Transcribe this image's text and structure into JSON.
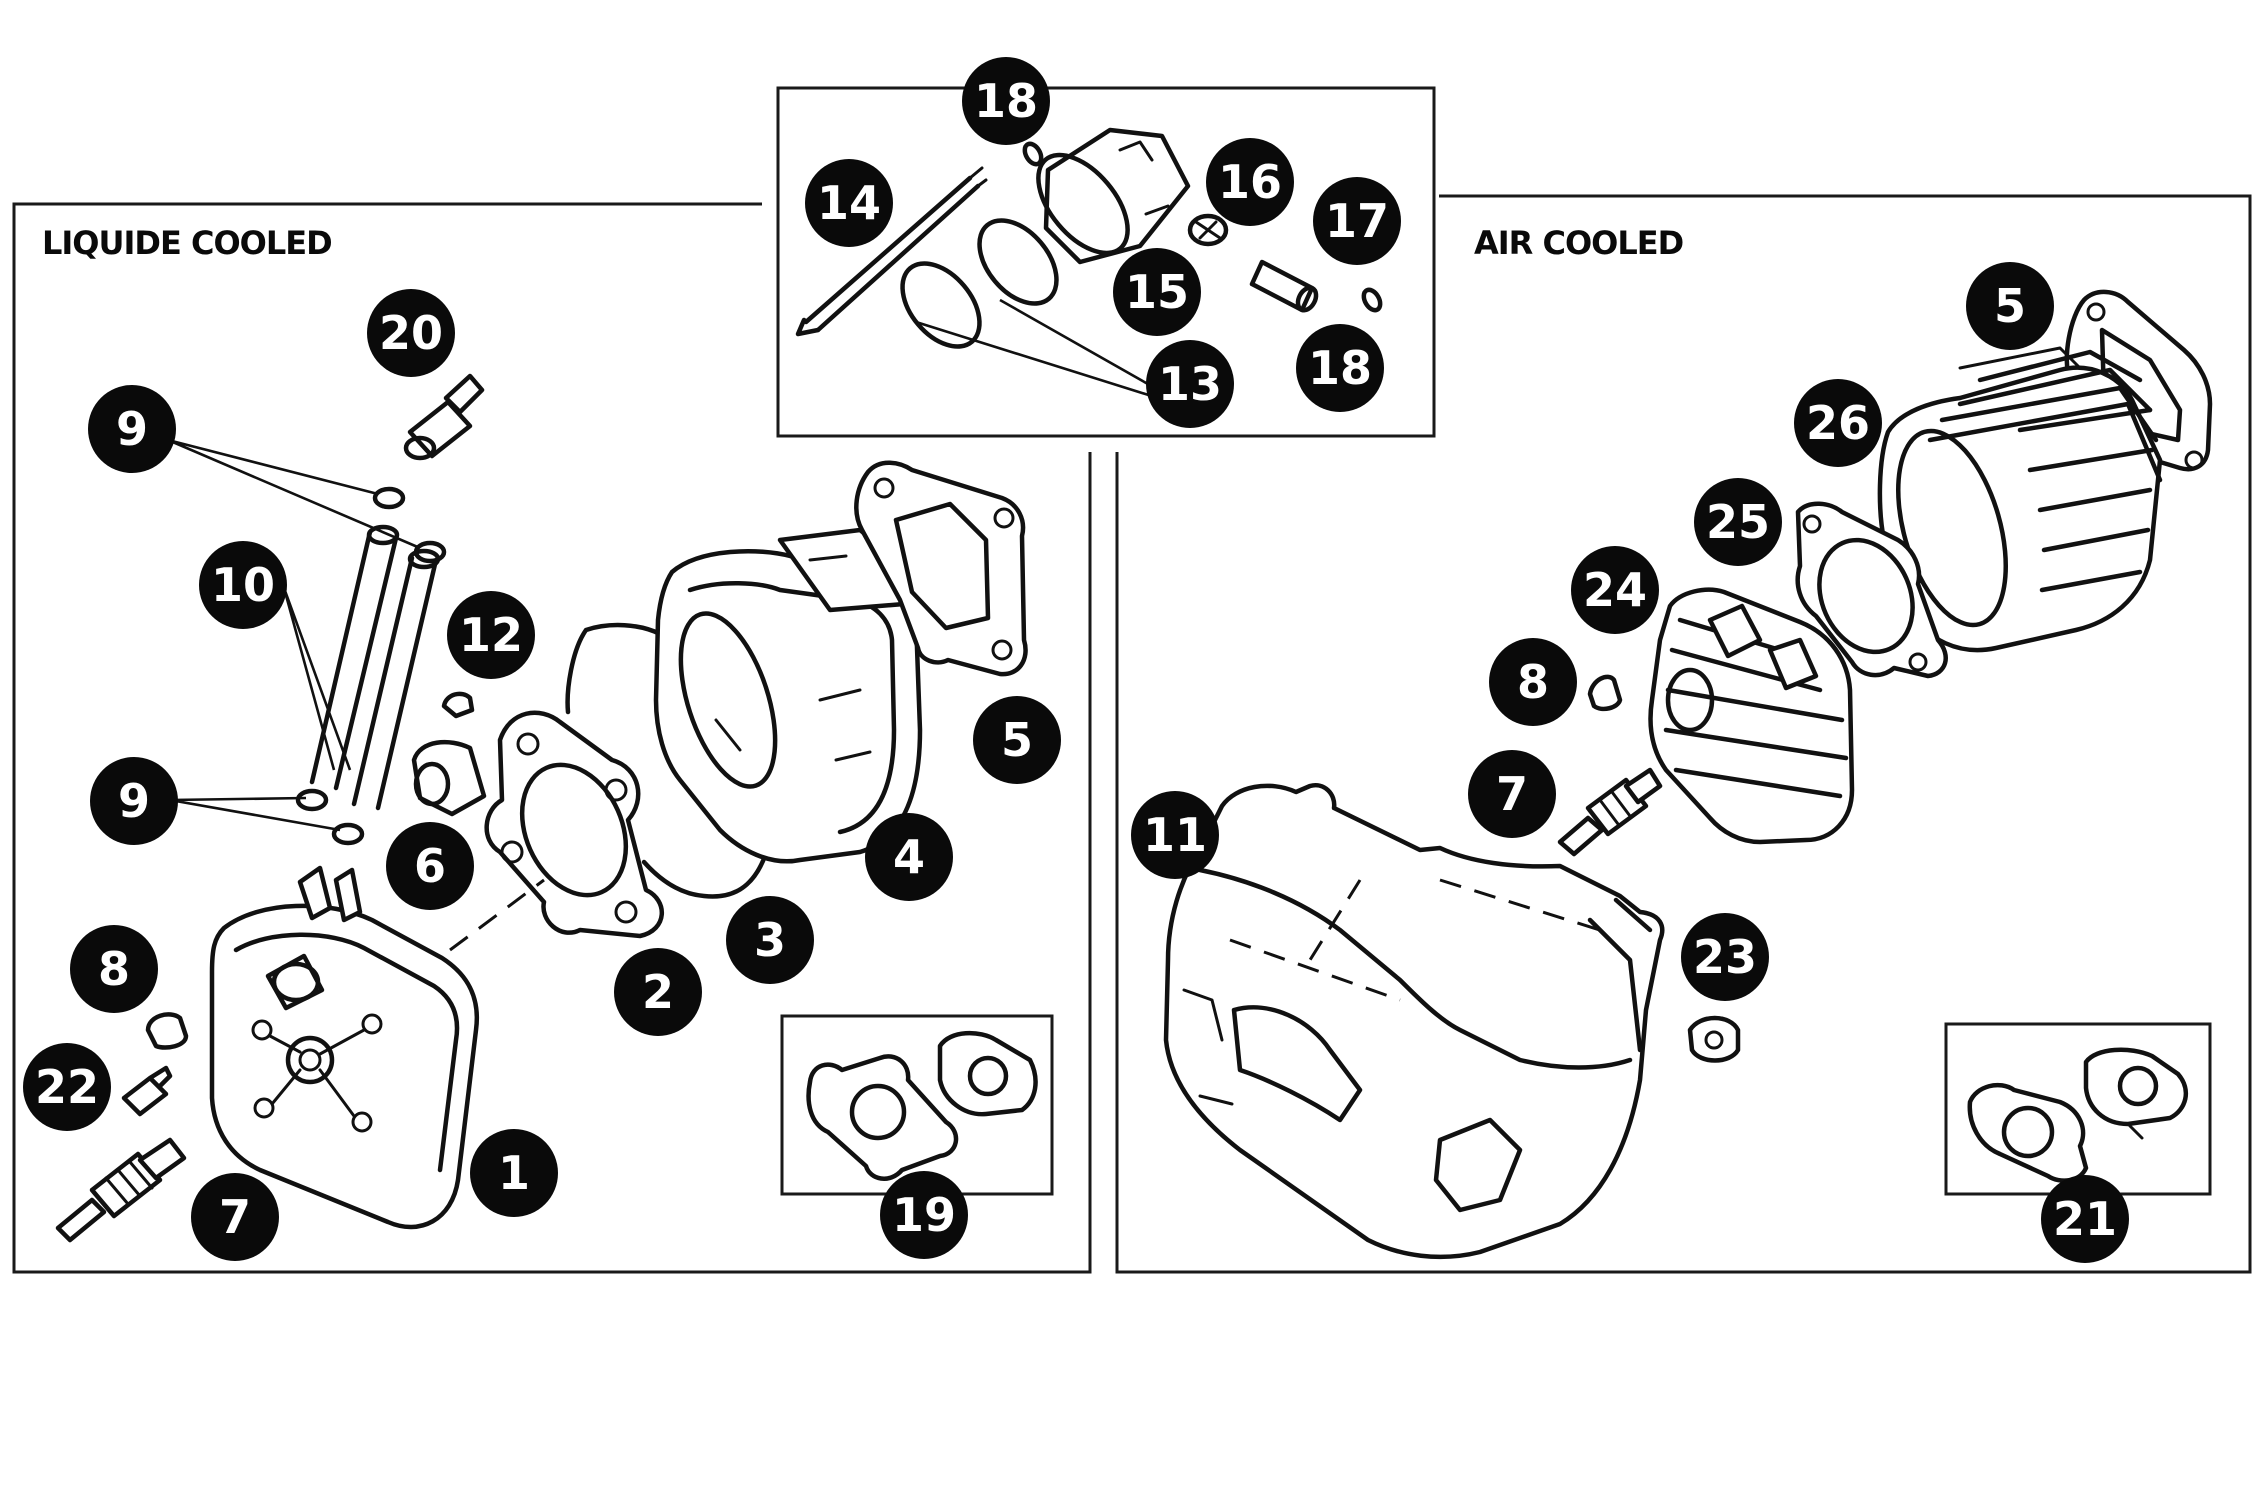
{
  "sections": {
    "liquid_cooled": {
      "title": "LIQUIDE COOLED"
    },
    "air_cooled": {
      "title": "AIR COOLED"
    }
  },
  "callouts": {
    "pistonkit": {
      "c14": "14",
      "c18a": "18",
      "c16": "16",
      "c17": "17",
      "c15": "15",
      "c13": "13",
      "c18b": "18"
    },
    "liquid": {
      "c20": "20",
      "c9a": "9",
      "c10": "10",
      "c12": "12",
      "c9b": "9",
      "c6": "6",
      "c8": "8",
      "c22": "22",
      "c7": "7",
      "c1": "1",
      "c2": "2",
      "c3": "3",
      "c4": "4",
      "c5": "5",
      "c19": "19"
    },
    "air": {
      "c5": "5",
      "c26": "26",
      "c25": "25",
      "c24": "24",
      "c8": "8",
      "c7": "7",
      "c11": "11",
      "c23": "23",
      "c21": "21"
    }
  }
}
